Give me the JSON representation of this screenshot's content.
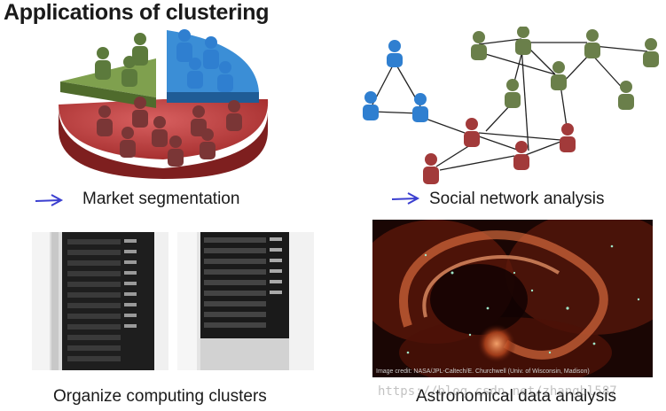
{
  "title": "Applications of clustering",
  "captions": {
    "market": "Market segmentation",
    "social": "Social network analysis",
    "computing": "Organize computing clusters",
    "astro": "Astronomical data analysis"
  },
  "image_credit": "Image credit: NASA/JPL-Caltech/E. Churchwell (Univ. of Wisconsin, Madison)",
  "watermark": "https://blog.csdn.net/zhangbl587",
  "colors": {
    "arrow": "#3b3fd0",
    "green": "#6f8a4f",
    "blue": "#2f7fd0",
    "red": "#a83a3a"
  },
  "icons": [
    "arrow-right-icon",
    "person-icon",
    "pie-chart-icon",
    "server-rack-icon",
    "nebula-image"
  ]
}
